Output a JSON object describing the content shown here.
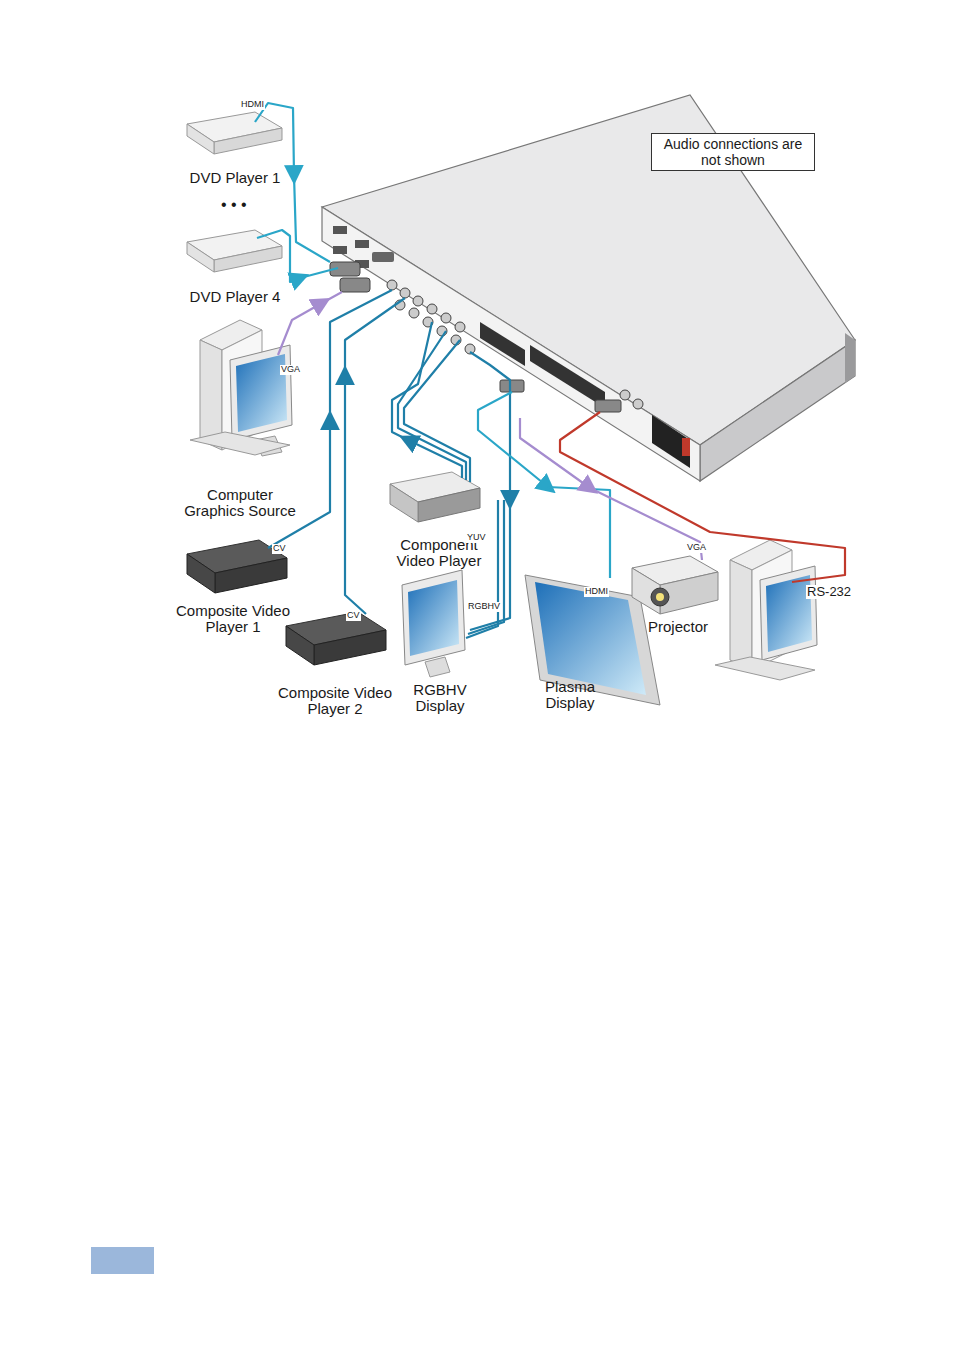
{
  "diagram": {
    "nodes": [
      {
        "text": [
          "Audio connections are not shown"
        ]
      },
      {
        "text": [
          "DVD Player 1"
        ]
      },
      {
        "text": [
          "DVD Player 4"
        ]
      },
      {
        "text": [
          "Computer Graphics Source"
        ]
      },
      {
        "text": [
          "Component Video Player"
        ]
      },
      {
        "text": [
          "Composite Video Player 1"
        ]
      },
      {
        "text": [
          "Composite Video Player 2"
        ]
      },
      {
        "text": [
          "RGBHV Display"
        ]
      },
      {
        "text": [
          "Plasma Display"
        ]
      },
      {
        "text": [
          "Projector"
        ]
      }
    ],
    "labels": [
      "HDMI",
      "• • •",
      "VGA",
      "CV",
      "YUV",
      "CV",
      "RGBHV",
      "HDMI",
      "VGA",
      "RS-232"
    ]
  }
}
